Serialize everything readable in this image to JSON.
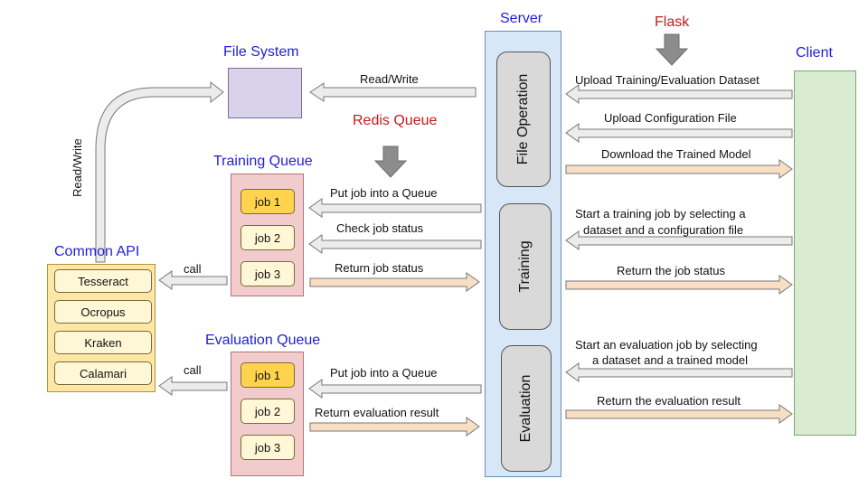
{
  "titles": {
    "server": "Server",
    "flask": "Flask",
    "client": "Client",
    "file_system": "File System",
    "redis_queue": "Redis Queue",
    "training_queue": "Training Queue",
    "common_api": "Common API",
    "evaluation_queue": "Evaluation Queue"
  },
  "modules": {
    "file_operation": "File Operation",
    "training": "Training",
    "evaluation": "Evaluation"
  },
  "training_jobs": [
    "job 1",
    "job 2",
    "job 3"
  ],
  "evaluation_jobs": [
    "job 1",
    "job 2",
    "job 3"
  ],
  "tools": [
    "Tesseract",
    "Ocropus",
    "Kraken",
    "Calamari"
  ],
  "labels": {
    "read_write_server": "Read/Write",
    "read_write_api": "Read/Write",
    "put_job_training": "Put job into a Queue",
    "check_job_status": "Check job status",
    "return_job_status_queue": "Return job status",
    "call_training": "call",
    "call_evaluation": "call",
    "put_job_evaluation": "Put job into a Queue",
    "return_evaluation_result_queue": "Return evaluation result",
    "upload_dataset": "Upload Training/Evaluation Dataset",
    "upload_config": "Upload Configuration File",
    "download_model": "Download the Trained Model",
    "start_training_line1": "Start a training job by selecting a",
    "start_training_line2": "dataset and a configuration file",
    "return_job_status_client": "Return the job status",
    "start_evaluation_line1": "Start an evaluation job by selecting",
    "start_evaluation_line2": "a dataset and a trained model",
    "return_evaluation_result_client": "Return the evaluation result"
  },
  "colors": {
    "server_fill": "#d7e7f7",
    "client_fill": "#d9ecd2",
    "file_system_fill": "#d9d2ea",
    "queue_fill": "#f2cccd",
    "api_fill": "#fde7a6",
    "module_fill": "#d9d9d9",
    "job_fill": "#fff7d6",
    "active_job_fill": "#ffd34d",
    "title_blue": "#1f1fd6",
    "title_red": "#c41a1a",
    "arrow_gray": "#e6e6e6",
    "arrow_peach": "#f8dfc4",
    "big_arrow": "#8c8c8c"
  }
}
